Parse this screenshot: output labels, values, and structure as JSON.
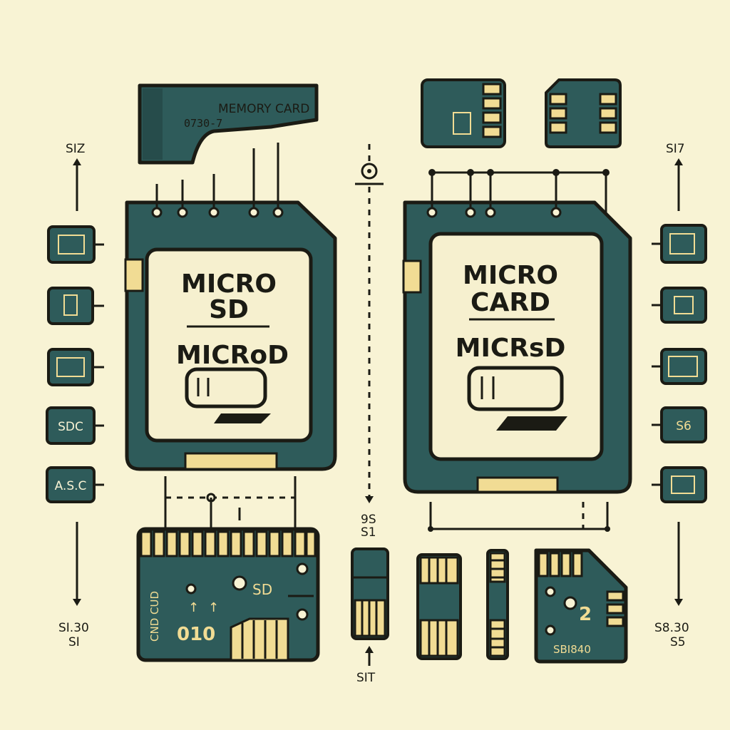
{
  "top_card": {
    "title": "MEMORY CARD",
    "code": "0730-7"
  },
  "left_card": {
    "line1": "MICRO",
    "line2": "SD",
    "line3": "MICRoD"
  },
  "right_card": {
    "line1": "MICRO",
    "line2": "CARD",
    "line3": "MICRsD"
  },
  "left_axis": {
    "top_label": "SIZ",
    "bottom_label_1": "SI.30",
    "bottom_label_2": "SI"
  },
  "right_axis": {
    "top_label": "SI7",
    "bottom_label_1": "S8.30",
    "bottom_label_2": "S5"
  },
  "left_chips": [
    "SDC",
    "A.S.C"
  ],
  "right_chips": [
    "S6"
  ],
  "center_axis": {
    "label_1": "9S",
    "label_2": "S1",
    "bottom_label": "SIT"
  },
  "bottom_left_card": {
    "label": "SD",
    "side_text": "CND CUD",
    "digits": "010"
  },
  "bottom_right_card": {
    "digits": "2",
    "code": "SBI840"
  },
  "colors": {
    "background": "#f8f3d4",
    "card": "#2e5b5a",
    "gold": "#f1dc94",
    "ink": "#1b1b14"
  }
}
